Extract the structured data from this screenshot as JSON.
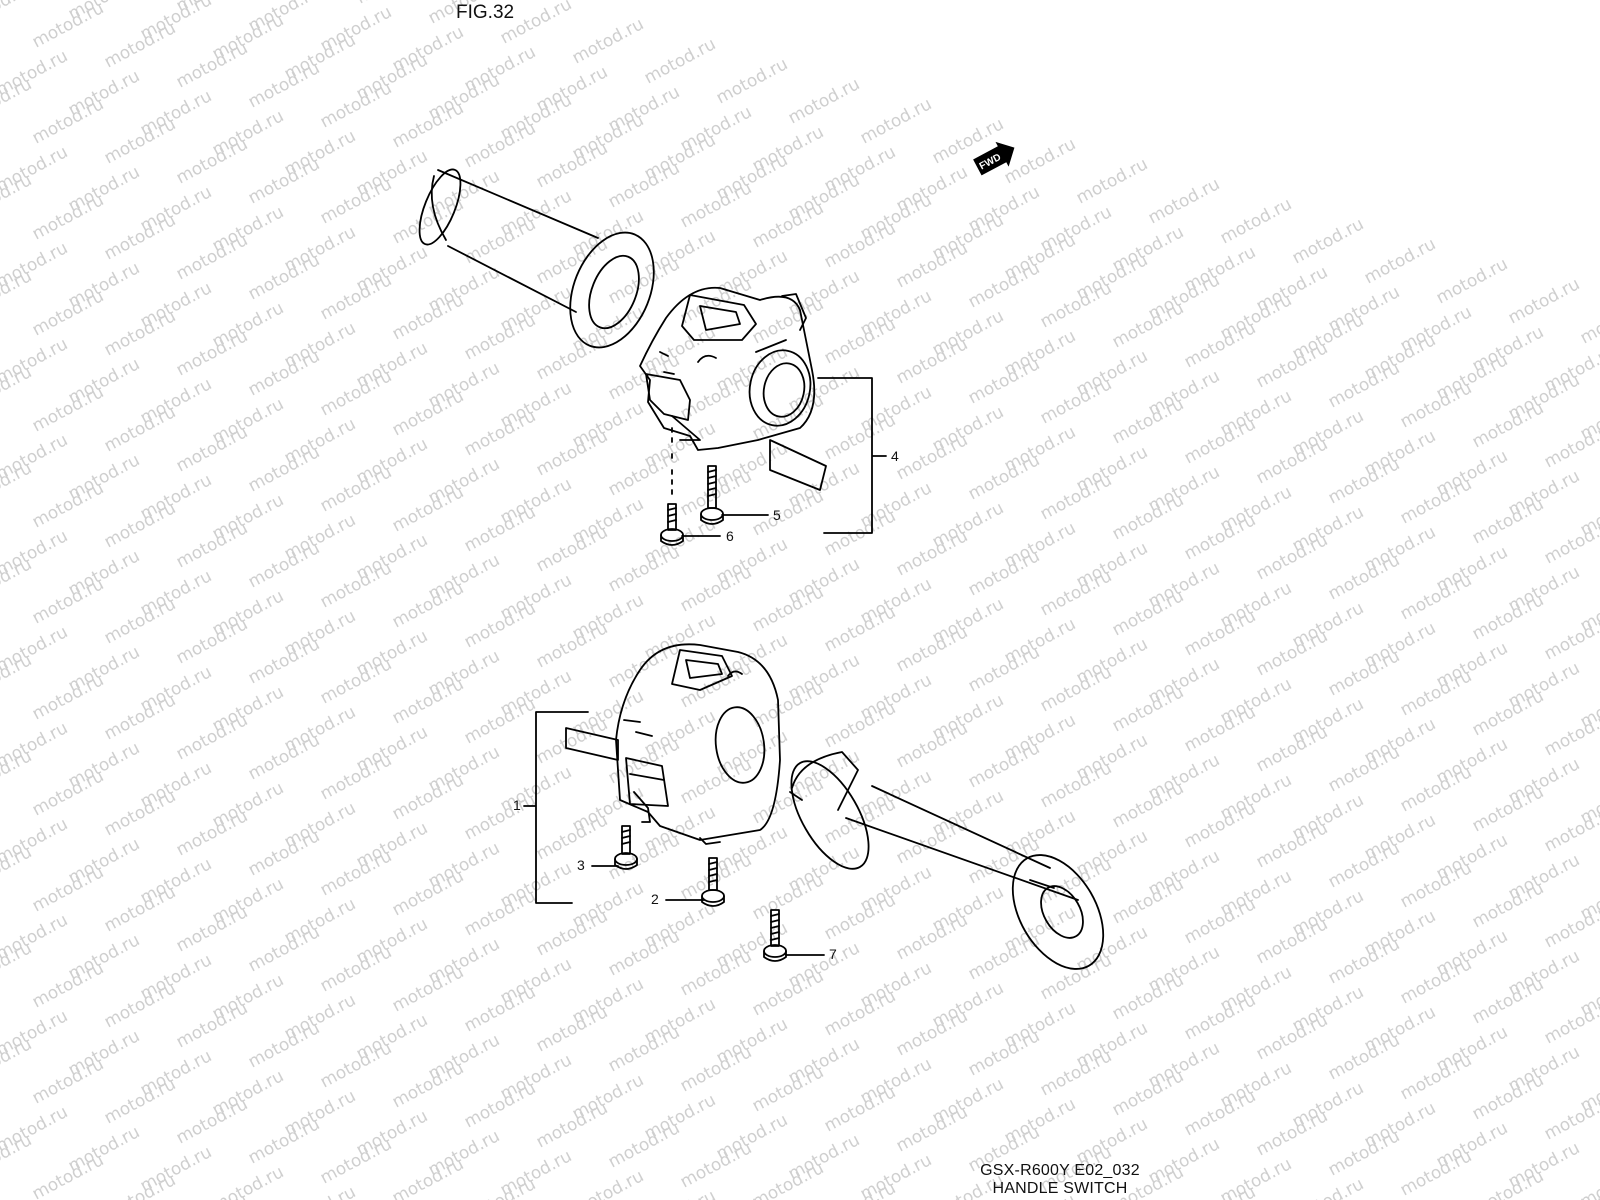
{
  "figure": {
    "title": "FIG.32",
    "watermark": "motod.ru",
    "direction_badge": "FWD"
  },
  "callouts": {
    "c1": "1",
    "c2": "2",
    "c3": "3",
    "c4": "4",
    "c5": "5",
    "c6": "6",
    "c7": "7"
  },
  "footer": {
    "model_code": "GSX-R600Y E02_032",
    "section_name": "HANDLE SWITCH"
  },
  "colors": {
    "line": "#000000",
    "watermark": "#cfcfcf",
    "background": "#ffffff"
  }
}
